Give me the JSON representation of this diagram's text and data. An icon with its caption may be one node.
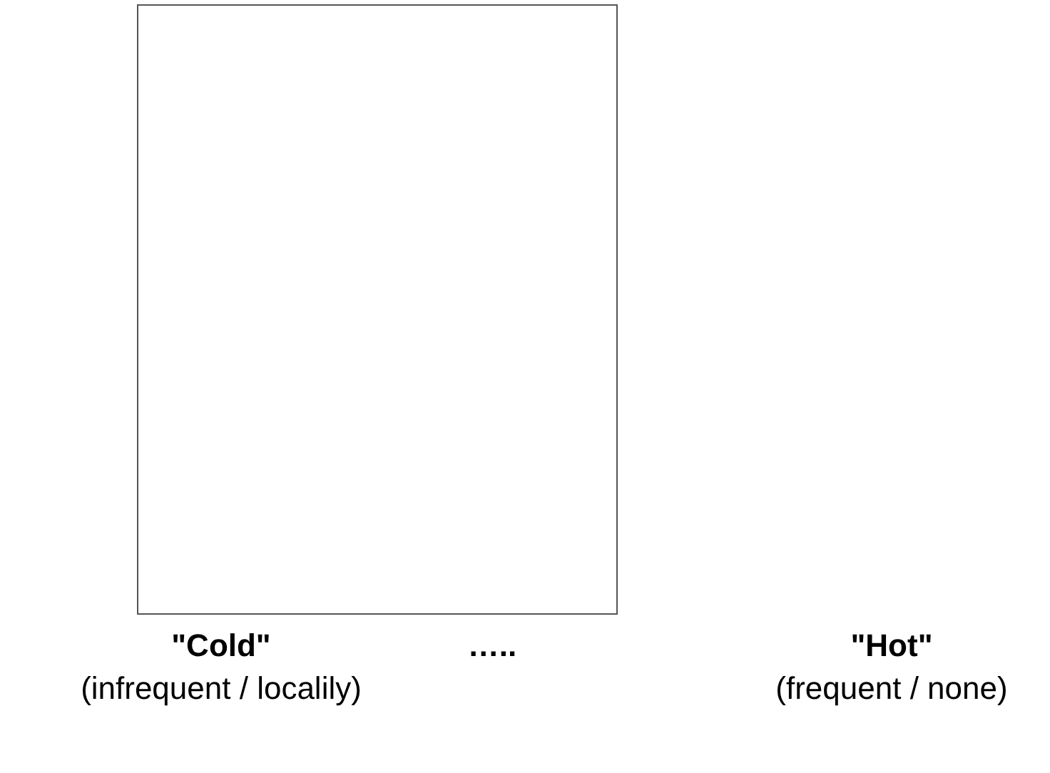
{
  "diagram": {
    "nodes": [
      {
        "text": [],
        "shape": "box"
      }
    ],
    "labels": [
      "\"Cold\"",
      "…..",
      "\"Hot\"",
      "(infrequent / localily)",
      "(frequent / none)"
    ]
  }
}
